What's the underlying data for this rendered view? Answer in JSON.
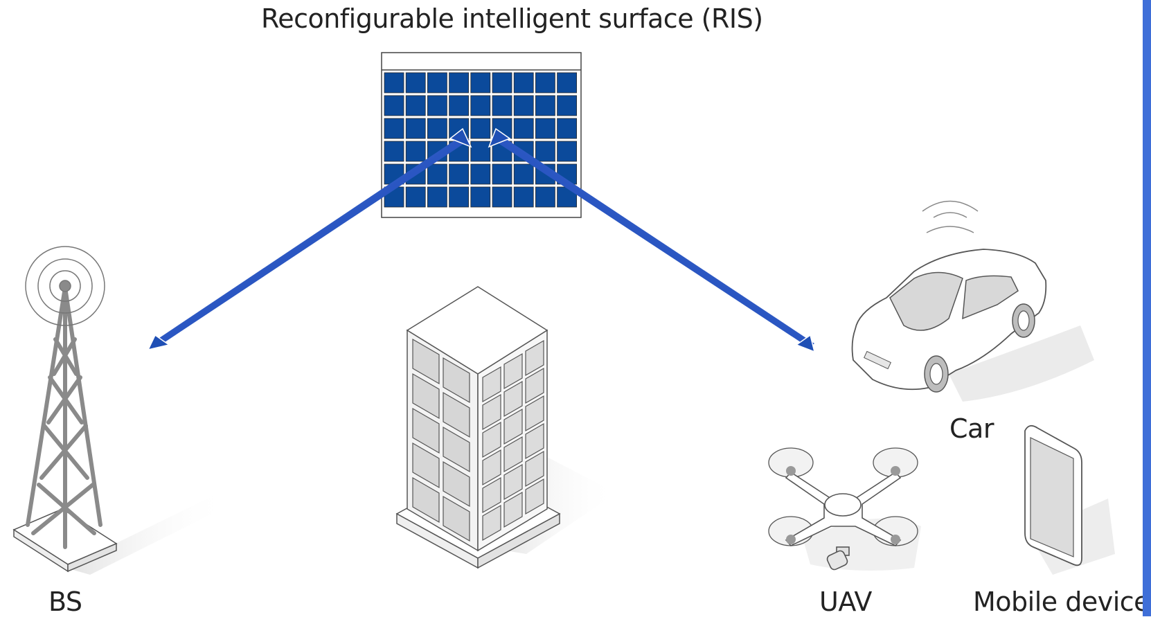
{
  "title": "Reconfigurable intelligent surface (RIS)",
  "labels": {
    "bs": "BS",
    "car": "Car",
    "uav": "UAV",
    "mobile": "Mobile device"
  },
  "ris": {
    "rows": 6,
    "cols": 9
  },
  "colors": {
    "panel_blue": "#0b4a9b",
    "beam_blue": "#1f4fb5",
    "beam_light": "#7e9ee6",
    "gray_line": "#6b6b6b",
    "gray_fill": "#d9d9d9",
    "accent_bar": "#3f6fd8"
  },
  "icons": [
    "tower-icon",
    "building-icon",
    "car-icon",
    "drone-icon",
    "phone-icon",
    "wifi-signal-icon"
  ]
}
